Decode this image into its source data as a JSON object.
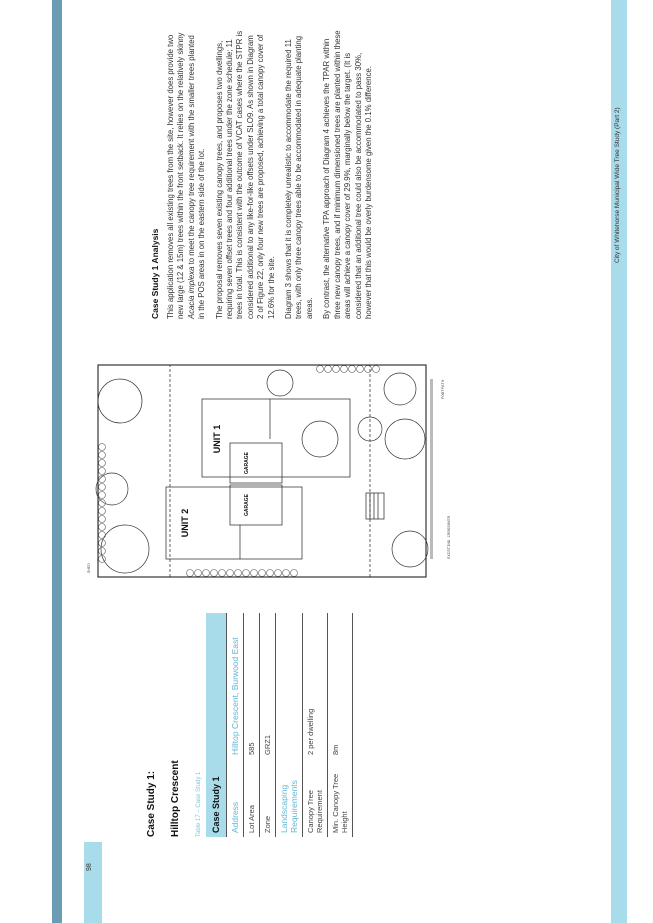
{
  "page": {
    "number": "98",
    "footer": "City of Whitehorse Municipal Wide Tree Study (Part 2)"
  },
  "case_study": {
    "title": "Case Study 1:",
    "subtitle": "Hilltop Crescent",
    "table_caption": "Table 17 – Case Study 1",
    "table_header": "Case Study 1",
    "rows": [
      {
        "label": "Address",
        "value": "Hilltop Crescent, Burwood East"
      },
      {
        "label": "Lot Area",
        "value": "585"
      },
      {
        "label": "Zone",
        "value": "GRZ1"
      },
      {
        "label": "Landscaping Requirements",
        "value": ""
      },
      {
        "label": "Canopy Tree Requirement",
        "value": "2 per dwelling"
      },
      {
        "label": "Min. Canopy Tree Height",
        "value": "8m"
      }
    ]
  },
  "plan": {
    "unit2": "UNIT 2",
    "unit1": "UNIT 1",
    "garage_a": "GARAGE",
    "garage_b": "GARAGE"
  },
  "analysis": {
    "title": "Case Study 1 Analysis",
    "p1_a": "This application removes all existing trees from the site, however does provide two new large (12 & 15m) trees within the front setback. It relies on the relatively skinny ",
    "p1_em": "Acacia implexa",
    "p1_b": " to meet the canopy tree requirement with the smaller trees planted in the POS areas in on the eastern side of the lot.",
    "p2": "The proposal removes seven existing canopy trees, and proposes two dwellings, requiring seven offset trees and four additional trees under the zone schedule; 11 trees in total. This is consistent with the outcome of VCAT cases where the STPR is considered additional to any like-for-like offsets under SLO9. As shown in Diagram 2 of Figure 22, only four new trees are proposed, achieving a total canopy cover of 12.6% for the site.",
    "p3": "Diagram 3 shows that it is completely unrealistic to accommodate the required 11 trees, with only three canopy trees able to be accommodated in adequate planting areas.",
    "p4": "By contrast, the alternative TPA approach of Diagram 4 achieves the TPAR within three new canopy trees, and if minimum dimensioned trees are planted within these areas will achieve a canopy cover of 29.9%, marginally below the target. (It is considered that an additional tree could also be accommodated to pass 30%, however that this would be overly burdensome given the 0.1% difference."
  }
}
